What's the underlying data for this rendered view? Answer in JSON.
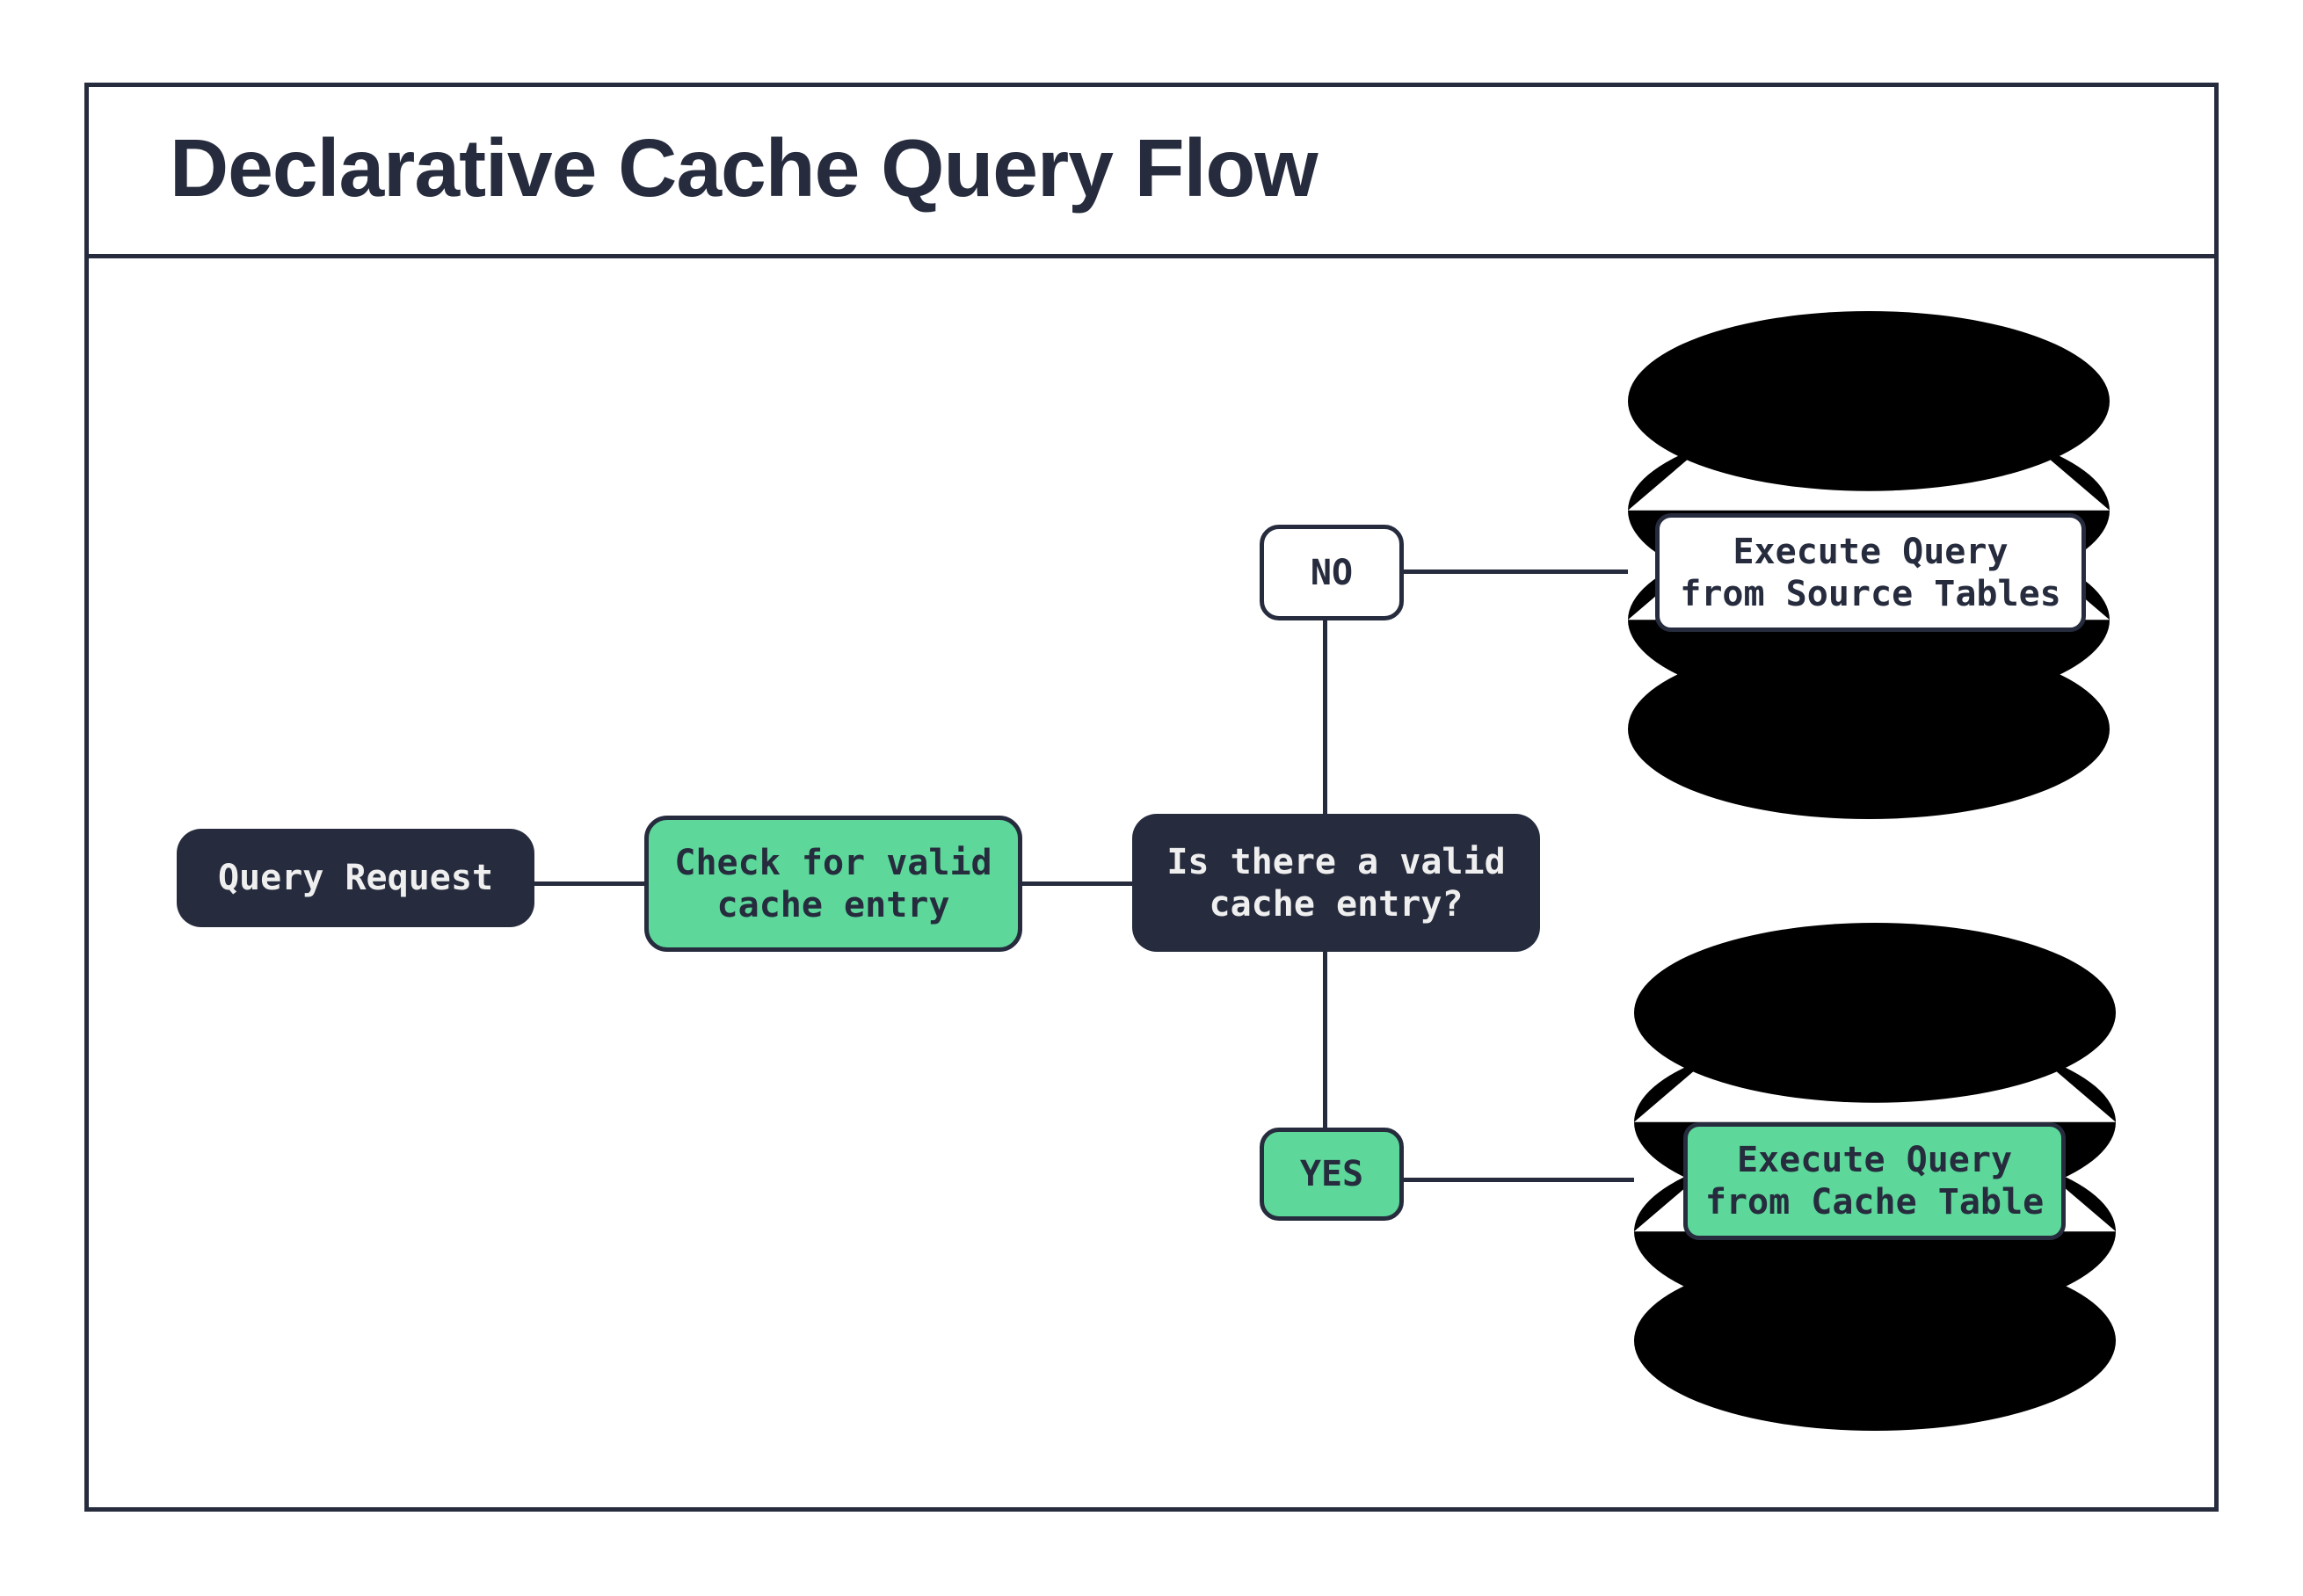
{
  "title": "Declarative Cache Query Flow",
  "colors": {
    "ink": "#262C3D",
    "green": "#5DD79A",
    "paper": "#FFFFFF",
    "light": "#EFEFEF"
  },
  "nodes": {
    "query_request": {
      "label": "Query Request"
    },
    "check_cache": {
      "line1": "Check for valid",
      "line2": "cache entry"
    },
    "decision": {
      "line1": "Is there a valid",
      "line2": "cache entry?"
    },
    "no_branch": {
      "label": "NO"
    },
    "yes_branch": {
      "label": "YES"
    },
    "execute_source": {
      "line1": "Execute Query",
      "line2": "from Source Tables"
    },
    "execute_cache": {
      "line1": "Execute Query",
      "line2": "from Cache Table"
    }
  }
}
